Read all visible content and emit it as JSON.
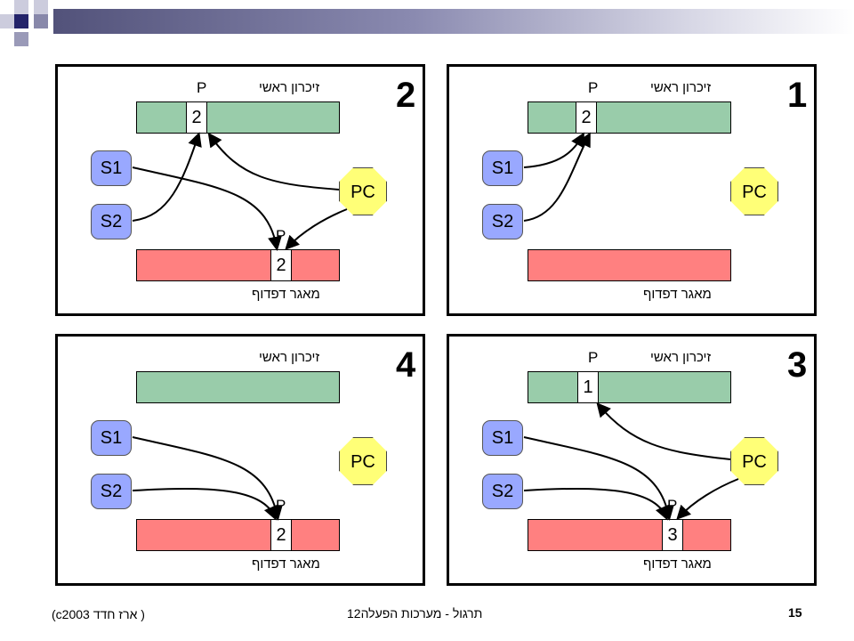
{
  "labels": {
    "main_memory": "זיכרון ראשי",
    "swap_pool": "מאגר דפדוף",
    "p": "P",
    "s1": "S1",
    "s2": "S2",
    "pc": "PC"
  },
  "panels": [
    {
      "number": "1",
      "mem_value": "2",
      "swap_value": ""
    },
    {
      "number": "2",
      "mem_value": "2",
      "swap_value": "2"
    },
    {
      "number": "3",
      "mem_value": "1",
      "swap_value": "3"
    },
    {
      "number": "4",
      "mem_value": "",
      "swap_value": "2"
    }
  ],
  "footer": {
    "page_number": "15",
    "title": "12תרגול  - מערכות הפעלה",
    "copyright": "(c2003 ארז חדד )"
  },
  "colors": {
    "main_memory": "#99ccaa",
    "swap_pool": "#ff8080",
    "registers": "#99a8ff",
    "pc": "#ffff77"
  }
}
